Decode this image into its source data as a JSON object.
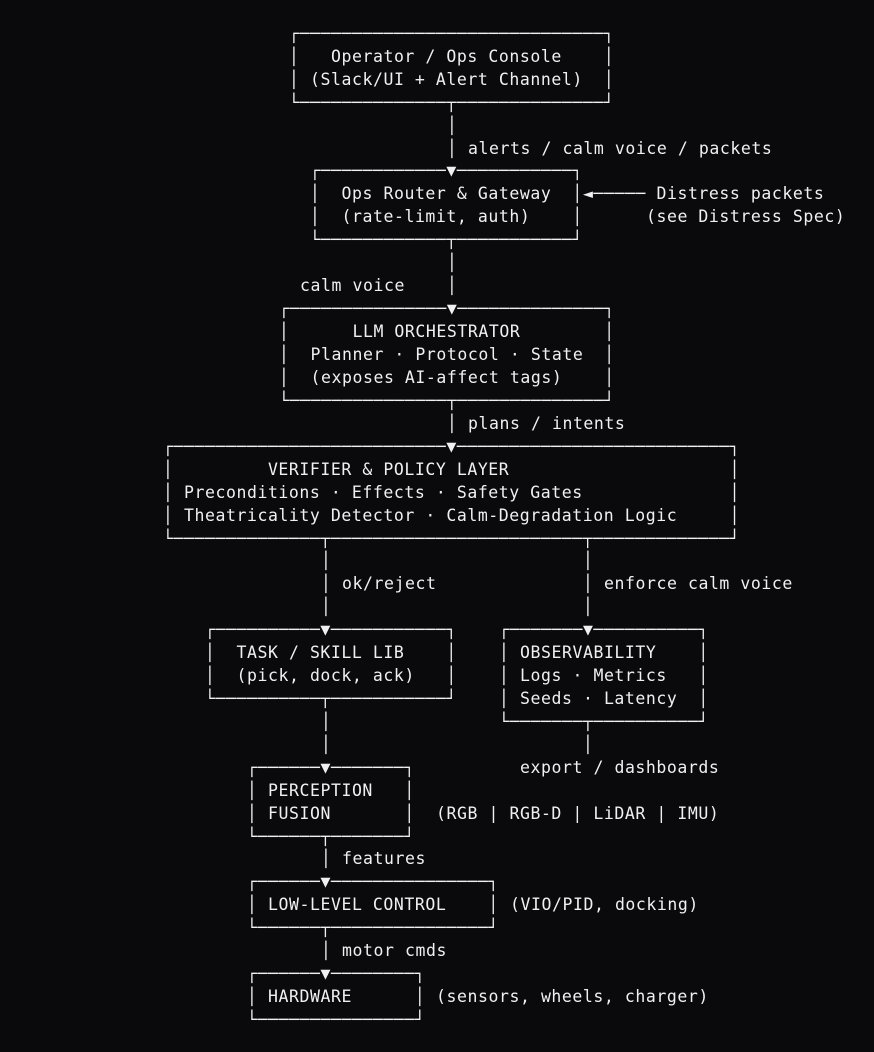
{
  "palette": {
    "background": "#0a0a0d",
    "text": "#f0f0f0"
  },
  "diagram": {
    "nodes": {
      "operator_console": {
        "art": "┌─────────────────────────────┐\n│   Operator / Ops Console    │\n│ (Slack/UI + Alert Channel)  │\n└──────────────┬──────────────┘",
        "title": "Operator / Ops Console",
        "subtitle": "(Slack/UI + Alert Channel)"
      },
      "ops_router": {
        "art": "┌────────────▼───────────┐\n│  Ops Router & Gateway  │\n│  (rate-limit, auth)    │\n└────────────┬───────────┘",
        "title": "Ops Router & Gateway",
        "subtitle": "(rate-limit, auth)"
      },
      "llm_orchestrator": {
        "art": "┌───────────────▼──────────────┐\n│      LLM ORCHESTRATOR        │\n│  Planner · Protocol · State  │\n│  (exposes AI-affect tags)    │\n└───────────────┬──────────────┘",
        "title": "LLM ORCHESTRATOR",
        "line2": "Planner · Protocol · State",
        "line3": "(exposes AI-affect tags)"
      },
      "verifier_policy": {
        "art": "┌──────────────────────────▼──────────────────────────┐\n│         VERIFIER & POLICY LAYER                     │\n│ Preconditions · Effects · Safety Gates              │\n│ Theatricality Detector · Calm-Degradation Logic     │\n└──────────────┬────────────────────────┬─────────────┘",
        "title": "VERIFIER & POLICY LAYER",
        "line2": "Preconditions · Effects · Safety Gates",
        "line3": "Theatricality Detector · Calm-Degradation Logic"
      },
      "task_skill_lib": {
        "art": "┌──────────▼───────────┐\n│  TASK / SKILL LIB    │\n│  (pick, dock, ack)   │\n└──────────┬───────────┘",
        "title": "TASK / SKILL LIB",
        "subtitle": "(pick, dock, ack)"
      },
      "observability": {
        "art": "┌───────▼──────────┐\n│ OBSERVABILITY    │\n│ Logs · Metrics   │\n│ Seeds · Latency  │\n└───────┬──────────┘",
        "title": "OBSERVABILITY",
        "line2": "Logs · Metrics",
        "line3": "Seeds · Latency"
      },
      "perception_fusion": {
        "art": "┌──────▼───────┐\n│ PERCEPTION   │\n│ FUSION       │\n└──────┬───────┘",
        "title": "PERCEPTION FUSION"
      },
      "low_level_control": {
        "art": "┌──────▼───────────────┐\n│ LOW-LEVEL CONTROL    │\n└──────┬───────────────┘",
        "title": "LOW-LEVEL CONTROL"
      },
      "hardware": {
        "art": "┌──────▼────────┐\n│ HARDWARE      │\n└───────────────┘",
        "title": "HARDWARE"
      }
    },
    "connectors": {
      "operator_to_router": "│\n│",
      "router_to_llm": "│\n│",
      "llm_to_verifier": "│",
      "verifier_to_task": "│\n│\n│",
      "verifier_to_observability": "│\n│\n│",
      "task_to_perception": "│\n│",
      "observability_to_export": "│",
      "perception_to_control": "│",
      "control_to_hardware": "│"
    },
    "edge_labels": {
      "alerts": "alerts / calm voice / packets",
      "calm_voice": "calm voice",
      "plans_intents": "plans / intents",
      "ok_reject": "ok/reject",
      "enforce_calm_voice": "enforce calm voice",
      "export_dashboards": "export / dashboards",
      "features": "features",
      "motor_cmds": "motor cmds"
    },
    "annotations": {
      "distress_arrow": "◄───── Distress packets\n      (see Distress Spec)",
      "distress_line1": "Distress packets",
      "distress_line2": "(see Distress Spec)",
      "sensor_suite": "(RGB | RGB-D | LiDAR | IMU)",
      "control_note": "(VIO/PID, docking)",
      "hardware_note": "(sensors, wheels, charger)"
    }
  }
}
